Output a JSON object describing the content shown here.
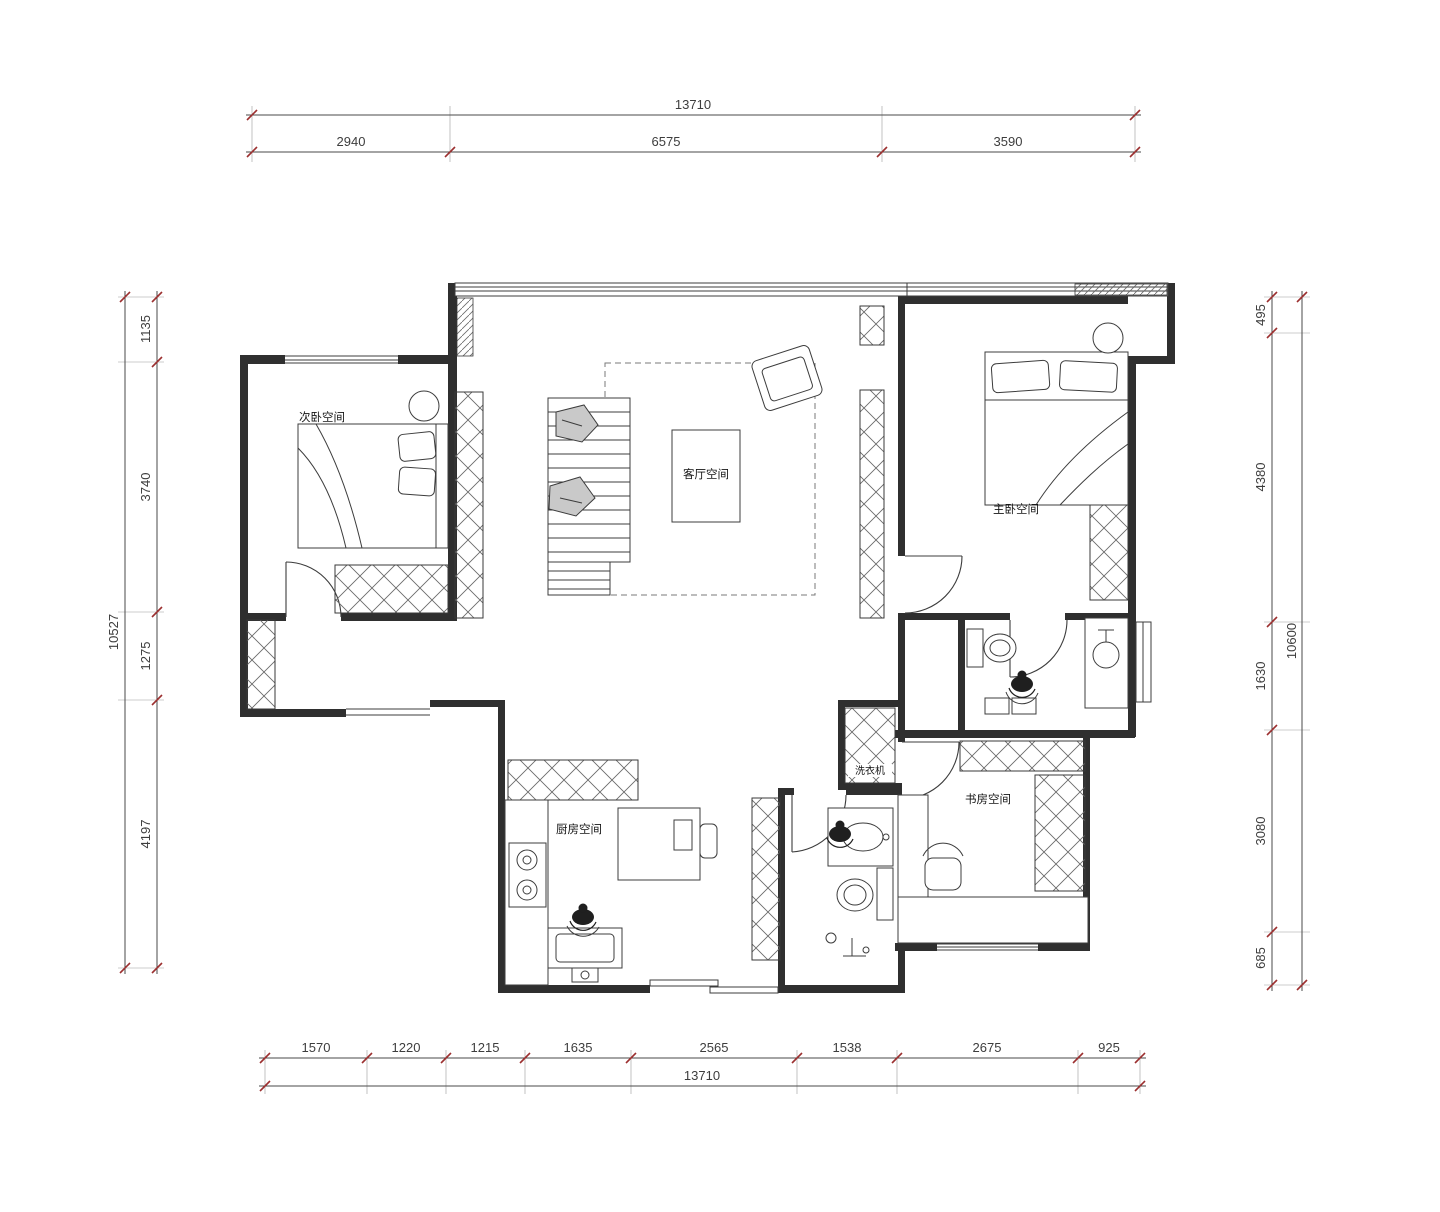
{
  "rooms": {
    "secondary_bedroom": "次卧空间",
    "living": "客厅空间",
    "master_bedroom": "主卧空间",
    "kitchen": "厨房空间",
    "study": "书房空间",
    "washer": "洗衣机"
  },
  "dims": {
    "top_total": "13710",
    "top": [
      "2940",
      "6575",
      "3590"
    ],
    "left_total": "10527",
    "left": [
      "1135",
      "3740",
      "1275",
      "4197"
    ],
    "right_total": "10600",
    "right": [
      "495",
      "4380",
      "1630",
      "3080",
      "685"
    ],
    "bottom": [
      "1570",
      "1220",
      "1215",
      "1635",
      "2565",
      "1538",
      "2675",
      "925"
    ],
    "bottom_total": "13710"
  },
  "colors": {
    "wall": "#2f2f2f",
    "tick": "#9c2f2f",
    "dim_text": "#3d3d3d"
  }
}
